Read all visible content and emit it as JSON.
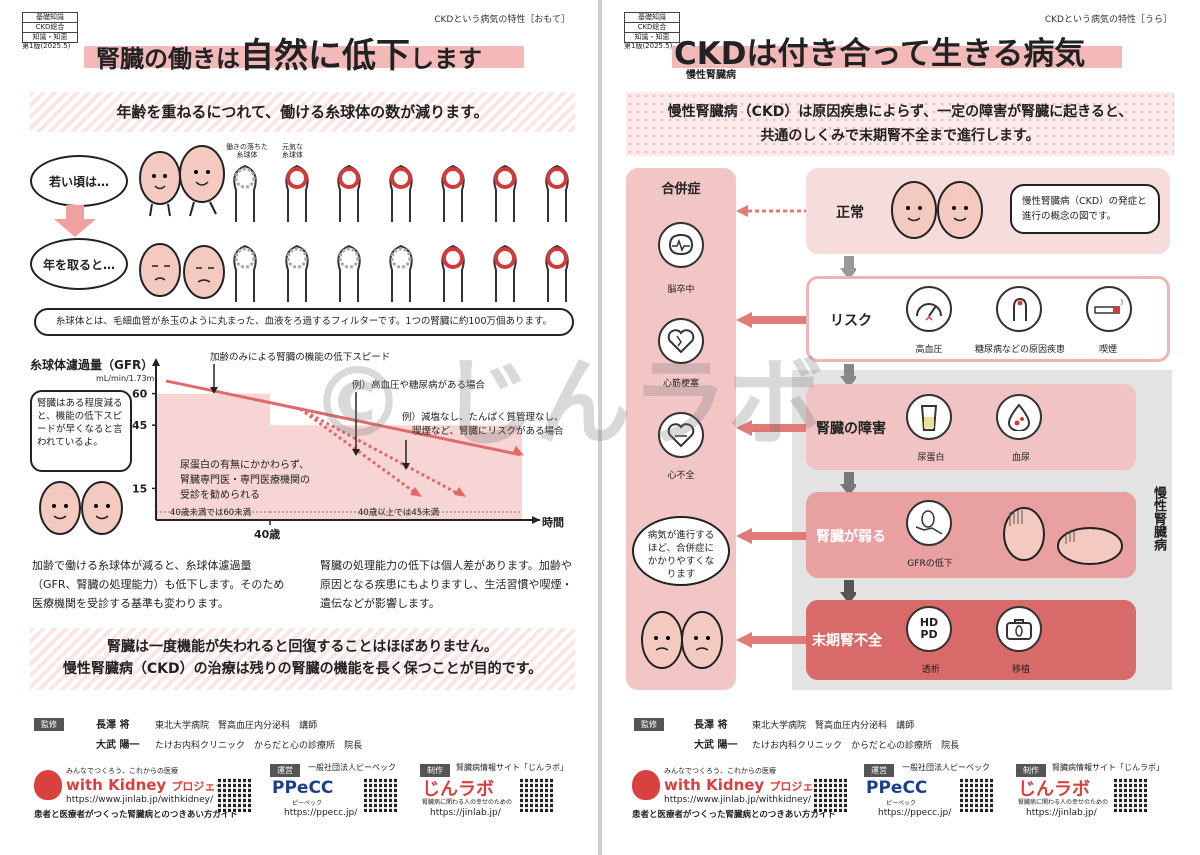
{
  "left": {
    "tags": [
      "基礎知識",
      "CKD総合",
      "知識・知恵"
    ],
    "edition": "第1版(2025.5)",
    "header_right": "CKDという病気の特性［おもて］",
    "title_a": "腎臓の働きは",
    "title_b": "自然に低下",
    "title_c": "します",
    "lead": "年齢を重ねるにつれて、働ける糸球体の数が減ります。",
    "young_label": "若い頃は…",
    "old_label": "年を取ると…",
    "glom_tired": "働きの落ちた\n糸球体",
    "glom_healthy": "元気な\n糸球体",
    "glom_definition": "糸球体とは、毛細血管が糸玉のように丸まった、血液をろ過するフィルターです。1つの腎臓に約100万個あります。",
    "kidney_speech": "腎臓はある程度減ると、機能の低下スピードが早くなると言われているよ。",
    "chart_note_box": "尿蛋白の有無にかかわらず、腎臓専門医・専門医療機関の受診を勧められる",
    "para_a": "加齢で働ける糸球体が減ると、糸球体濾過量（GFR、腎臓の処理能力）も低下します。そのため医療機関を受診する基準も変わります。",
    "para_b": "腎臓の処理能力の低下は個人差があります。加齢や原因となる疾患にもよりますし、生活習慣や喫煙・遺伝などが影響します。",
    "conclusion_1": "腎臓は一度機能が失われると回復することはほぼありません。",
    "conclusion_2": "慢性腎臓病（CKD）の治療は残りの腎臓の機能を長く保つことが目的です。"
  },
  "chart_data": {
    "type": "line",
    "title": "",
    "ylabel": "糸球体濾過量（GFR）",
    "yunit": "mL/min/1.73m²",
    "xlabel": "時間",
    "yticks": [
      15,
      45,
      60
    ],
    "xticks": [
      "40歳"
    ],
    "x_bands": [
      {
        "label": "40歳未満では60未満"
      },
      {
        "label": "40歳以上では45未満"
      }
    ],
    "series": [
      {
        "name": "加齢のみによる腎臓の機能の低下スピード",
        "style": "solid",
        "color": "#e06a6a"
      },
      {
        "name": "例）高血圧や糖尿病がある場合",
        "style": "dotted",
        "color": "#e06a6a"
      },
      {
        "name": "例）減塩なし、たんぱく質管理なし、喫煙など、腎臓にリスクがある場合",
        "style": "dotted",
        "color": "#e06a6a"
      }
    ]
  },
  "supervisors": {
    "label": "監修",
    "rows": [
      {
        "name": "長澤 将",
        "org": "東北大学病院",
        "role": "腎高血圧内分泌科",
        "title": "講師"
      },
      {
        "name": "大武 陽一",
        "org": "たけお内科クリニック",
        "role": "からだと心の診療所",
        "title": "院長"
      }
    ]
  },
  "footer": {
    "wk_tag": "みんなでつくろう、これからの医療",
    "wk_name": "with Kidney",
    "wk_name_b": "プロジェクト",
    "wk_url": "https://www.jinlab.jp/withkidney/",
    "wk_desc": "患者と医療者がつくった腎臓病とのつきあい方ガイド",
    "op_label": "運営",
    "op_org": "一般社団法人ピーペック",
    "op_logo": "PPeCC",
    "op_logo_sub": "ピーペック",
    "op_url": "https://ppecc.jp/",
    "pr_label": "制作",
    "pr_org": "腎臓病情報サイト「じんラボ」",
    "pr_logo": "じんラボ",
    "pr_logo_sub": "腎臓病に関わる人の幸せのための",
    "pr_url": "https://jinlab.jp/"
  },
  "right": {
    "tags": [
      "基礎知識",
      "CKD総合",
      "知識・知恵"
    ],
    "edition": "第1版(2025.5)",
    "header_right": "CKDという病気の特性［うら］",
    "title": "CKDは付き合って生きる病気",
    "title_ruby": "慢性腎臓病",
    "lead_1": "慢性腎臓病（CKD）は原因疾患によらず、一定の障害が腎臓に起きると、",
    "lead_2": "共通のしくみで末期腎不全まで進行します。",
    "complications_title": "合併症",
    "complications": [
      "脳卒中",
      "心筋梗塞",
      "心不全"
    ],
    "complications_speech": "病気が進行するほど、合併症にかかりやすくなります",
    "normal_label": "正常",
    "normal_speech": "慢性腎臓病（CKD）の発症と進行の概念の図です。",
    "risk_label": "リスク",
    "risk_items": [
      "高血圧",
      "糖尿病などの原因疾患",
      "喫煙"
    ],
    "damage_label": "腎臓の障害",
    "damage_items": [
      "尿蛋白",
      "血尿"
    ],
    "weak_label": "腎臓が弱る",
    "weak_items": [
      "GFRの低下"
    ],
    "esrd_label": "末期腎不全",
    "esrd_items": [
      "透析",
      "移植"
    ],
    "ckd_vertical": "慢性腎臓病",
    "hdpd": "HD\nPD"
  },
  "watermark": "© じんラボ",
  "colors": {
    "accent": "#e06a6a",
    "pink_light": "#f6d6d6",
    "pink_mid": "#e9a7a7",
    "pink_dark": "#d96a6a",
    "gray": "#888888"
  }
}
